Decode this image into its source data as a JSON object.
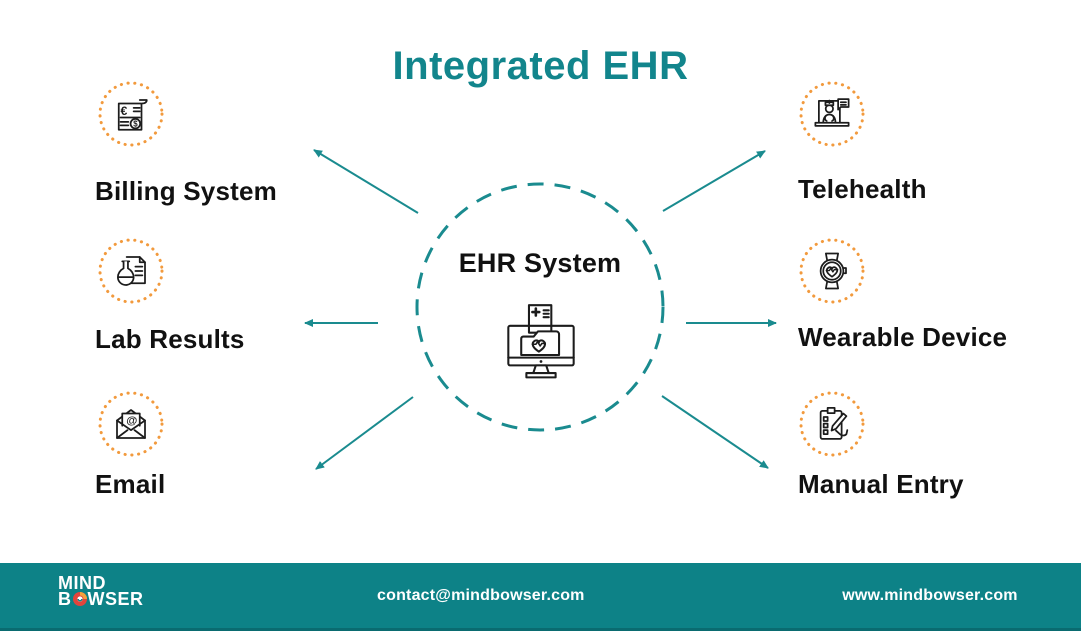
{
  "title": "Integrated EHR",
  "center": {
    "label": "EHR System",
    "icon": "ehr-monitor-folder-icon"
  },
  "nodes": [
    {
      "label": "Billing System",
      "icon": "billing-receipt-icon",
      "side": "left"
    },
    {
      "label": "Lab Results",
      "icon": "lab-flask-document-icon",
      "side": "left"
    },
    {
      "label": "Email",
      "icon": "email-envelope-icon",
      "side": "left"
    },
    {
      "label": "Telehealth",
      "icon": "telehealth-doctor-laptop-icon",
      "side": "right"
    },
    {
      "label": "Wearable Device",
      "icon": "wearable-smartwatch-icon",
      "side": "right"
    },
    {
      "label": "Manual Entry",
      "icon": "manual-entry-clipboard-icon",
      "side": "right"
    }
  ],
  "footer": {
    "logo": {
      "line1": "MIND",
      "line2_prefix": "B",
      "line2_suffix": "WSER",
      "mark": "swirl-logo-icon"
    },
    "email": "contact@mindbowser.com",
    "website": "www.mindbowser.com"
  },
  "colors": {
    "teal_accent": "#12858C",
    "footer_background": "#0D8287",
    "orange_dotted_ring": "#F29A3D",
    "ink": "#141414",
    "white": "#FFFFFF"
  }
}
